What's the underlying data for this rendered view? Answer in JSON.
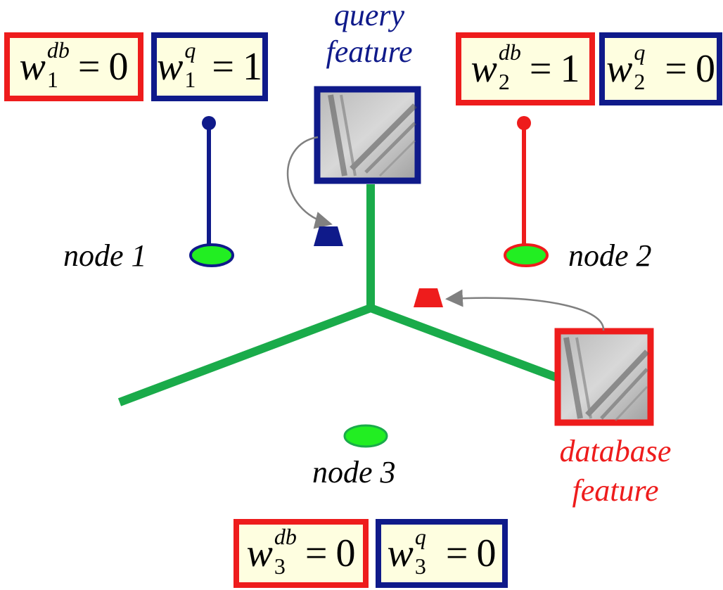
{
  "boxes": {
    "top_left_db": {
      "var": "w",
      "sup": "db",
      "sub": "1",
      "val": "0"
    },
    "top_left_q": {
      "var": "w",
      "sup": "q",
      "sub": "1",
      "val": "1"
    },
    "top_right_db": {
      "var": "w",
      "sup": "db",
      "sub": "2",
      "val": "1"
    },
    "top_right_q": {
      "var": "w",
      "sup": "q",
      "sub": "2",
      "val": "0"
    },
    "bottom_db": {
      "var": "w",
      "sup": "db",
      "sub": "3",
      "val": "0"
    },
    "bottom_q": {
      "var": "w",
      "sup": "q",
      "sub": "3",
      "val": "0"
    },
    "eq_sign": "="
  },
  "labels": {
    "query_line1": "query",
    "query_line2": "feature",
    "database_line1": "database",
    "database_line2": "feature",
    "node1": "node 1",
    "node2": "node 2",
    "node3": "node 3"
  },
  "colors": {
    "db_red": "#ee1c1c",
    "query_blue": "#0f1a8a",
    "tree_green": "#1aab4a",
    "node_green": "#22ee22",
    "box_fill": "#fefee0"
  }
}
